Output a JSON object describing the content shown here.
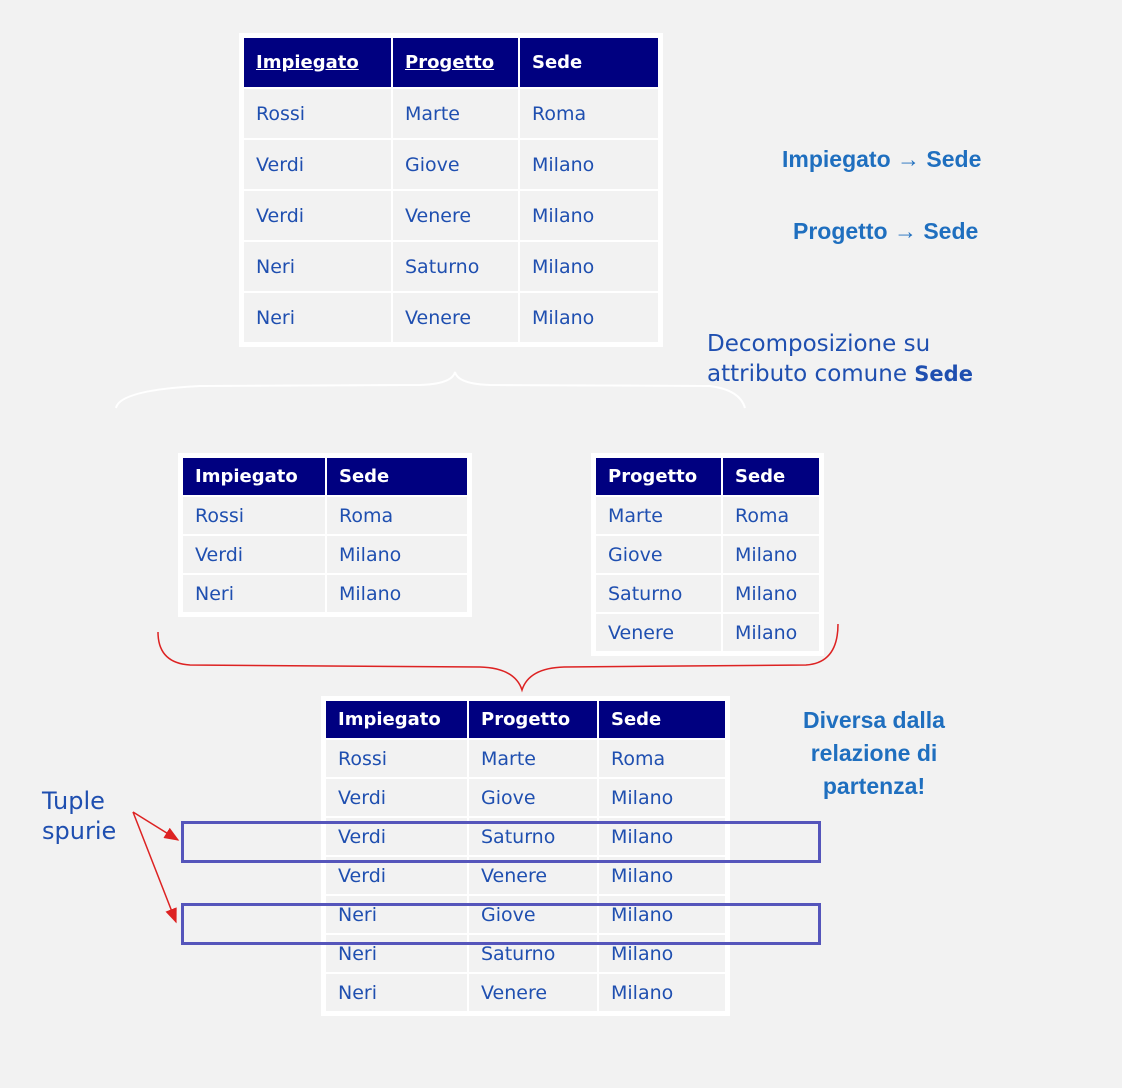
{
  "original_table": {
    "headers": [
      "Impiegato",
      "Progetto",
      "Sede"
    ],
    "rows": [
      [
        "Rossi",
        "Marte",
        "Roma"
      ],
      [
        "Verdi",
        "Giove",
        "Milano"
      ],
      [
        "Verdi",
        "Venere",
        "Milano"
      ],
      [
        "Neri",
        "Saturno",
        "Milano"
      ],
      [
        "Neri",
        "Venere",
        "Milano"
      ]
    ]
  },
  "dependencies": {
    "fd1_left": "Impiegato",
    "fd1_right": "Sede",
    "fd2_left": "Progetto",
    "fd2_right": "Sede",
    "arrow": "→"
  },
  "decomposition_note": {
    "line1": "Decomposizione su",
    "line2": "attributo comune",
    "attr": "Sede"
  },
  "table_impiegato_sede": {
    "headers": [
      "Impiegato",
      "Sede"
    ],
    "rows": [
      [
        "Rossi",
        "Roma"
      ],
      [
        "Verdi",
        "Milano"
      ],
      [
        "Neri",
        "Milano"
      ]
    ]
  },
  "table_progetto_sede": {
    "headers": [
      "Progetto",
      "Sede"
    ],
    "rows": [
      [
        "Marte",
        "Roma"
      ],
      [
        "Giove",
        "Milano"
      ],
      [
        "Saturno",
        "Milano"
      ],
      [
        "Venere",
        "Milano"
      ]
    ]
  },
  "join_table": {
    "headers": [
      "Impiegato",
      "Progetto",
      "Sede"
    ],
    "rows": [
      [
        "Rossi",
        "Marte",
        "Roma"
      ],
      [
        "Verdi",
        "Giove",
        "Milano"
      ],
      [
        "Verdi",
        "Saturno",
        "Milano"
      ],
      [
        "Verdi",
        "Venere",
        "Milano"
      ],
      [
        "Neri",
        "Giove",
        "Milano"
      ],
      [
        "Neri",
        "Saturno",
        "Milano"
      ],
      [
        "Neri",
        "Venere",
        "Milano"
      ]
    ]
  },
  "spurious_label": {
    "line1": "Tuple",
    "line2": "spurie"
  },
  "different_note": {
    "line1": "Diversa dalla",
    "line2": "relazione di",
    "line3": "partenza!"
  },
  "colors": {
    "header_bg": "#000080",
    "cell_text": "#1f4fb0",
    "fd_text": "#1f6fbf",
    "brace_red": "#dd2222",
    "spurious_box": "#5555bb"
  }
}
